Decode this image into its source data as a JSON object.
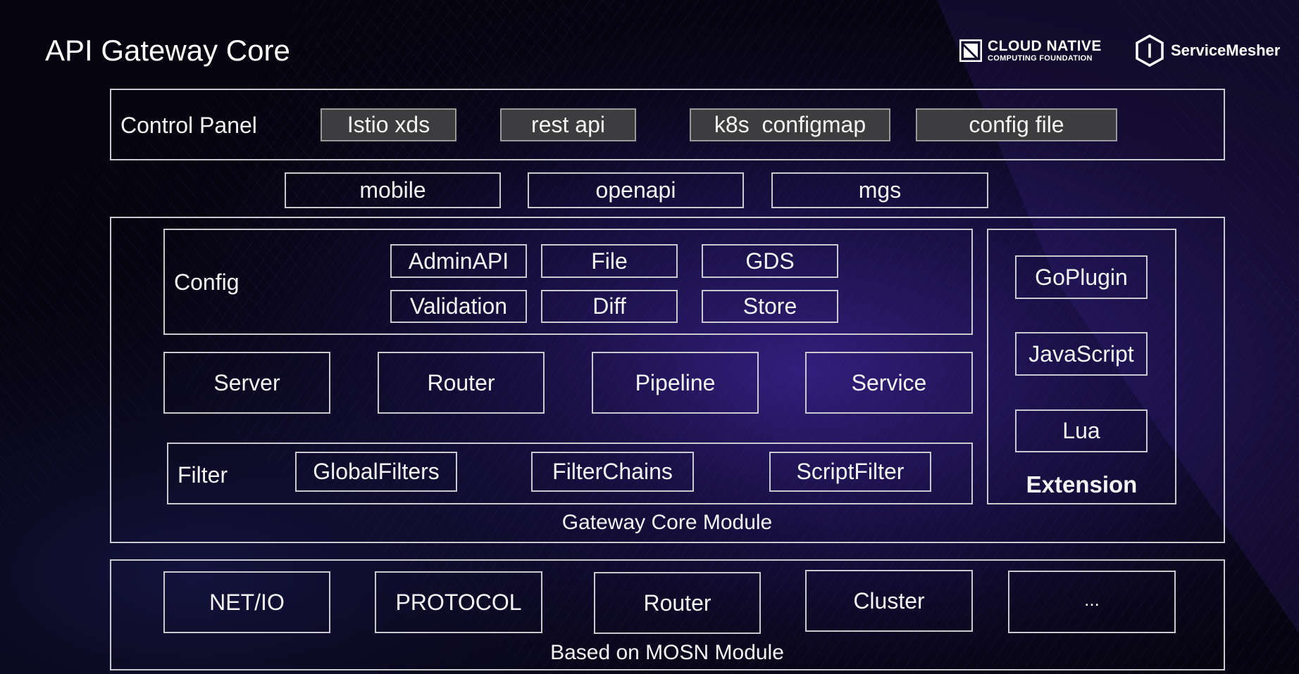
{
  "title": "API Gateway Core",
  "logos": {
    "cncf_line1": "CLOUD NATIVE",
    "cncf_line2": "COMPUTING FOUNDATION",
    "servicemesher": "ServiceMesher"
  },
  "control_panel": {
    "label": "Control Panel",
    "sources": [
      "Istio xds",
      "rest api",
      "k8s  configmap",
      "config file"
    ]
  },
  "clients": [
    "mobile",
    "openapi",
    "mgs"
  ],
  "core_module": {
    "caption": "Gateway Core Module",
    "config": {
      "label": "Config",
      "items": [
        "AdminAPI",
        "File",
        "GDS",
        "Validation",
        "Diff",
        "Store"
      ]
    },
    "components": [
      "Server",
      "Router",
      "Pipeline",
      "Service"
    ],
    "filter": {
      "label": "Filter",
      "items": [
        "GlobalFilters",
        "FilterChains",
        "ScriptFilter"
      ]
    },
    "extension": {
      "label": "Extension",
      "items": [
        "GoPlugin",
        "JavaScript",
        "Lua"
      ]
    }
  },
  "mosn_module": {
    "caption": "Based on MOSN Module",
    "items": [
      "NET/IO",
      "PROTOCOL",
      "Router",
      "Cluster",
      "..."
    ]
  },
  "colors": {
    "background": "#06040f",
    "accent_purple": "#2a1a66",
    "border": "#c9c9cf",
    "gray_box": "#3d3d3f"
  }
}
